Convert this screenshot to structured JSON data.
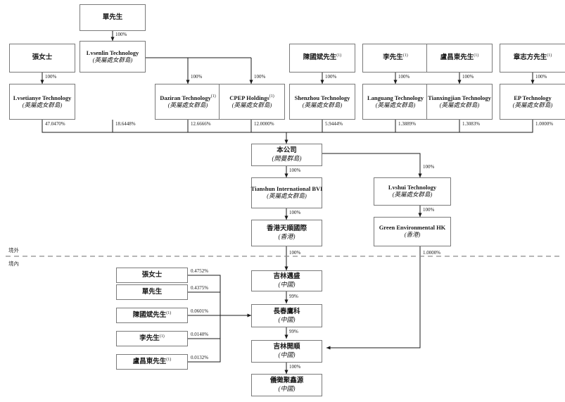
{
  "diagram": {
    "type": "corporate-shareholding-structure",
    "zone_labels": {
      "offshore": "境外",
      "onshore": "境內"
    },
    "nodes": {
      "shan_mr_top": {
        "name_cn": "單先生",
        "name_en": "",
        "juris": "",
        "note": ""
      },
      "zhang_ms_top": {
        "name_cn": "張女士",
        "name_en": "",
        "juris": "",
        "note": ""
      },
      "lvsenlin": {
        "name_cn": "",
        "name_en": "Lvsenlin Technology",
        "juris": "(英屬處女群島)",
        "note": ""
      },
      "lvsetianye": {
        "name_cn": "",
        "name_en": "Lvsetianye Technology",
        "juris": "(英屬處女群島)",
        "note": ""
      },
      "daziran": {
        "name_cn": "",
        "name_en": "Daziran Technology",
        "juris": "(英屬處女群島)",
        "note": "(1)"
      },
      "cpep": {
        "name_cn": "",
        "name_en": "CPEP Holdings",
        "juris": "(英屬處女群島)",
        "note": "(1)"
      },
      "chen_mr": {
        "name_cn": "陳國斌先生",
        "name_en": "",
        "juris": "",
        "note": "(1)"
      },
      "li_mr": {
        "name_cn": "李先生",
        "name_en": "",
        "juris": "",
        "note": "(1)"
      },
      "lu_mr": {
        "name_cn": "盧昌東先生",
        "name_en": "",
        "juris": "",
        "note": "(1)"
      },
      "zhang_zf_mr": {
        "name_cn": "章志方先生",
        "name_en": "",
        "juris": "",
        "note": "(1)"
      },
      "shenzhou": {
        "name_cn": "",
        "name_en": "Shenzhou Technology",
        "juris": "(英屬處女群島)",
        "note": ""
      },
      "languang": {
        "name_cn": "",
        "name_en": "Languang Technology",
        "juris": "(英屬處女群島)",
        "note": ""
      },
      "tianxingjian": {
        "name_cn": "",
        "name_en": "Tianxingjian Technology",
        "juris": "(英屬處女群島)",
        "note": ""
      },
      "ep_tech": {
        "name_cn": "",
        "name_en": "EP Technology",
        "juris": "(英屬處女群島)",
        "note": ""
      },
      "company": {
        "name_cn": "本公司",
        "name_en": "",
        "juris": "(開曼群島)",
        "note": ""
      },
      "tianshun_bvi": {
        "name_cn": "",
        "name_en": "Tianshun International BVI",
        "juris": "(英屬處女群島)",
        "note": ""
      },
      "hk_tianshun": {
        "name_cn": "香港天順國際",
        "name_en": "",
        "juris": "(香港)",
        "note": ""
      },
      "lvshui": {
        "name_cn": "",
        "name_en": "Lvshui Technology",
        "juris": "(英屬處女群島)",
        "note": ""
      },
      "green_env_hk": {
        "name_cn": "",
        "name_en": "Green Environmental HK",
        "juris": "(香港)",
        "note": ""
      },
      "zhang_ms_btm": {
        "name_cn": "張女士",
        "name_en": "",
        "juris": "",
        "note": ""
      },
      "shan_mr_btm": {
        "name_cn": "單先生",
        "name_en": "",
        "juris": "",
        "note": ""
      },
      "chen_mr_btm": {
        "name_cn": "陳國斌先生",
        "name_en": "",
        "juris": "",
        "note": "(1)"
      },
      "li_mr_btm": {
        "name_cn": "李先生",
        "name_en": "",
        "juris": "",
        "note": "(1)"
      },
      "lu_mr_btm": {
        "name_cn": "盧昌東先生",
        "name_en": "",
        "juris": "",
        "note": "(1)"
      },
      "jilin_maisheng": {
        "name_cn": "吉林邁盛",
        "name_en": "",
        "juris": "(中國)",
        "note": ""
      },
      "changchun_yingke": {
        "name_cn": "長春鷹科",
        "name_en": "",
        "juris": "(中國)",
        "note": ""
      },
      "jilin_kaishun": {
        "name_cn": "吉林開順",
        "name_en": "",
        "juris": "(中國)",
        "note": ""
      },
      "yizheng_juxinyuan": {
        "name_cn": "儀徵聚鑫源",
        "name_en": "",
        "juris": "(中國)",
        "note": ""
      }
    },
    "edges": {
      "shan_to_lvsenlin": "100%",
      "zhang_to_lvsetianye": "100%",
      "lvsenlin_to_daziran": "100%",
      "lvsenlin_to_cpep": "100%",
      "chen_to_shenzhou": "100%",
      "li_to_languang": "100%",
      "lu_to_tianxingjian": "100%",
      "zhangzf_to_ep": "100%",
      "lvsetianye_to_company": "47.0470%",
      "lvsenlin_to_company": "18.6448%",
      "daziran_to_company": "12.6666%",
      "cpep_to_company": "12.0000%",
      "shenzhou_to_company": "5.9444%",
      "languang_to_company": "1.3889%",
      "tianxingjian_to_company": "1.3083%",
      "ep_to_company": "1.0000%",
      "company_to_tianshun": "100%",
      "company_to_lvshui": "100%",
      "tianshun_to_hk": "100%",
      "lvshui_to_green": "100%",
      "hk_to_maisheng": "100%",
      "green_to_kaishun": "1.0000%",
      "maisheng_to_yingke": "99%",
      "yingke_to_kaishun": "99%",
      "kaishun_to_juxinyuan": "100%",
      "zhang_btm_to_yingke": "0.4752%",
      "shan_btm_to_yingke": "0.4375%",
      "chen_btm_to_yingke": "0.0601%",
      "li_btm_to_yingke": "0.0140%",
      "lu_btm_to_yingke": "0.0132%"
    },
    "colors": {
      "box_border": "#7a7a7a",
      "line": "#1a1a1a",
      "text": "#1a1a1a",
      "background": "#ffffff"
    }
  }
}
